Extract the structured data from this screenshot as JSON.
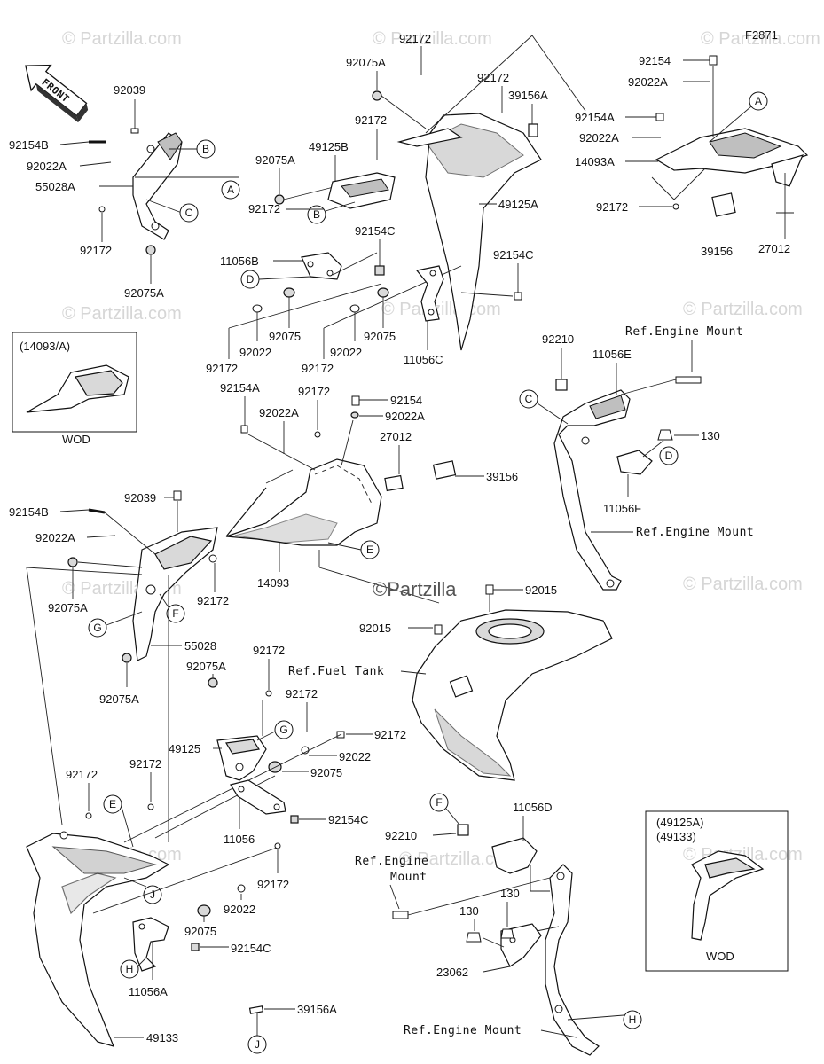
{
  "figure_code": "F2871",
  "front_label": "FRONT",
  "watermark": "© Partzilla.com",
  "watermark_center": "©Partzilla",
  "inset_wod_1": {
    "caption": "(14093/A)",
    "footer": "WOD"
  },
  "inset_wod_2": {
    "caption_1": "(49125A)",
    "caption_2": "(49133)",
    "footer": "WOD"
  },
  "refs": {
    "engine_mount": "Ref.Engine Mount",
    "engine_mount_split_1": "Ref.Engine",
    "engine_mount_split_2": "Mount",
    "fuel_tank": "Ref.Fuel Tank"
  },
  "callouts": [
    "A",
    "B",
    "C",
    "D",
    "E",
    "F",
    "G",
    "H",
    "J"
  ],
  "parts": {
    "p92172": "92172",
    "p92075A": "92075A",
    "p92154": "92154",
    "p92022A": "92022A",
    "p39156A": "39156A",
    "p92154A": "92154A",
    "p14093A": "14093A",
    "p39156": "39156",
    "p27012": "27012",
    "p92039": "92039",
    "p92154B": "92154B",
    "p55028A": "55028A",
    "p49125B": "49125B",
    "p49125A": "49125A",
    "p92154C": "92154C",
    "p11056B": "11056B",
    "p92075": "92075",
    "p92022": "92022",
    "p11056C": "11056C",
    "p92210": "92210",
    "p11056E": "11056E",
    "p130": "130",
    "p11056F": "11056F",
    "p14093": "14093",
    "p55028": "55028",
    "p92015": "92015",
    "p49125": "49125",
    "p11056": "11056",
    "p11056D": "11056D",
    "p11056A": "11056A",
    "p23062": "23062",
    "p49133": "49133"
  }
}
